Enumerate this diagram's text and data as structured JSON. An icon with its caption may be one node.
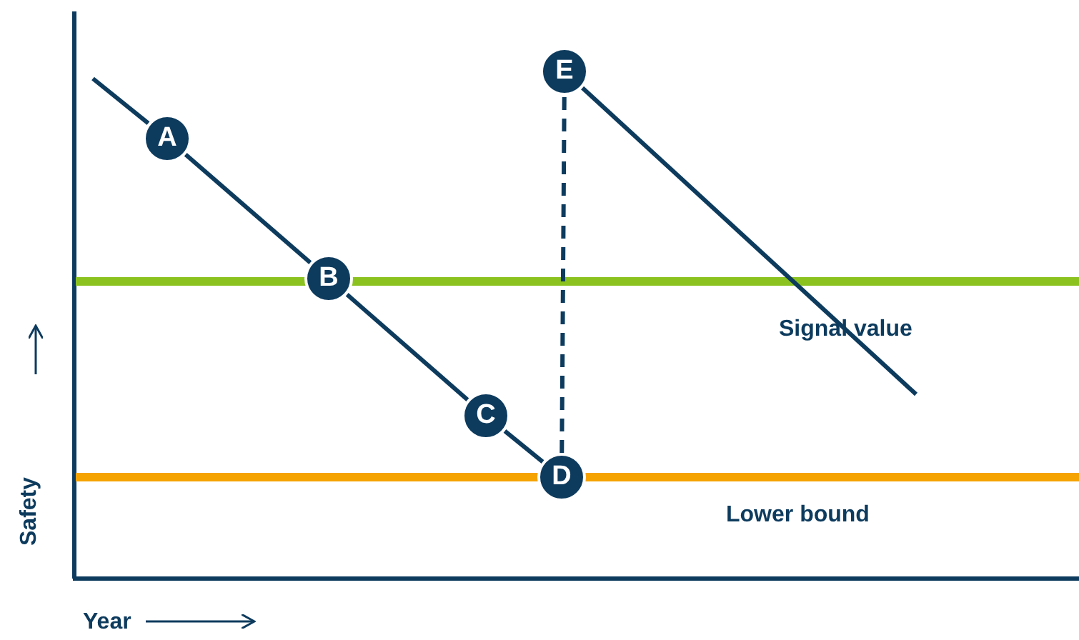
{
  "diagram": {
    "nodes": [
      {
        "text": [
          "A"
        ]
      },
      {
        "text": [
          "B"
        ]
      },
      {
        "text": [
          "C"
        ]
      },
      {
        "text": [
          "D"
        ]
      },
      {
        "text": [
          "E"
        ]
      }
    ],
    "edges": [
      {
        "from": null,
        "to": 0,
        "arrow": "none"
      },
      {
        "from": 0,
        "to": 1,
        "arrow": "none"
      },
      {
        "from": 1,
        "to": 2,
        "arrow": "none"
      },
      {
        "from": 2,
        "to": 3,
        "arrow": "none"
      },
      {
        "from": 3,
        "to": 4,
        "arrow": "none",
        "style": "dashed"
      },
      {
        "from": 4,
        "to": null,
        "arrow": "none"
      }
    ],
    "labels": [
      "Signal value",
      "Lower bound",
      "Safety",
      "Year"
    ]
  }
}
